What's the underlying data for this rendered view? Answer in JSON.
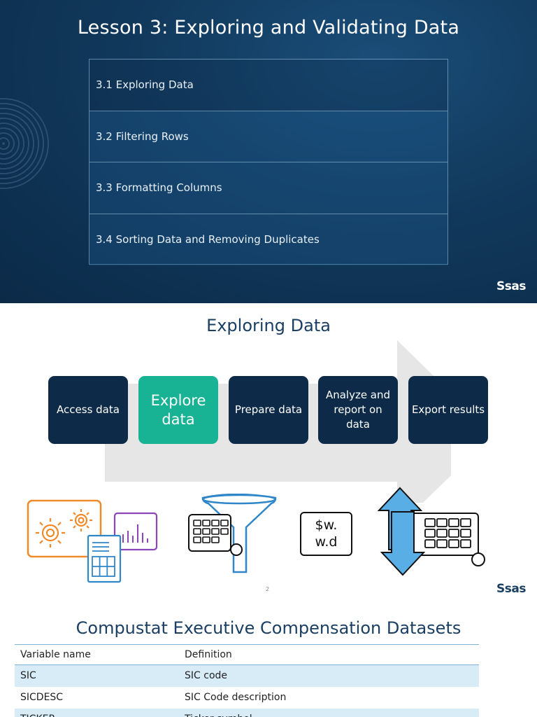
{
  "slide1": {
    "title": "Lesson 3: Exploring and Validating Data",
    "items": [
      "3.1 Exploring Data",
      "3.2 Filtering Rows",
      "3.3 Formatting Columns",
      "3.4 Sorting Data and Removing Duplicates"
    ],
    "logo": "Ssas"
  },
  "slide2": {
    "title": "Exploring Data",
    "steps": [
      "Access data",
      "Explore data",
      "Prepare data",
      "Analyze and report on data",
      "Export results"
    ],
    "format_label_line1": "$w.",
    "format_label_line2": "w.d",
    "page_number": "2",
    "logo": "Ssas",
    "colors": {
      "step": "#0d2b48",
      "active_step": "#18b394",
      "arrow": "#e6e6e6",
      "orange_icon": "#ef8a2a",
      "purple_icon": "#8a46b8",
      "blue_icon": "#2f86c9"
    }
  },
  "slide3": {
    "title": "Compustat Executive Compensation Datasets",
    "columns": [
      "Variable name",
      "Definition"
    ],
    "rows": [
      [
        "SIC",
        "SIC code"
      ],
      [
        "SICDESC",
        "SIC Code description"
      ],
      [
        "TICKER",
        "Ticker symbol"
      ]
    ]
  }
}
